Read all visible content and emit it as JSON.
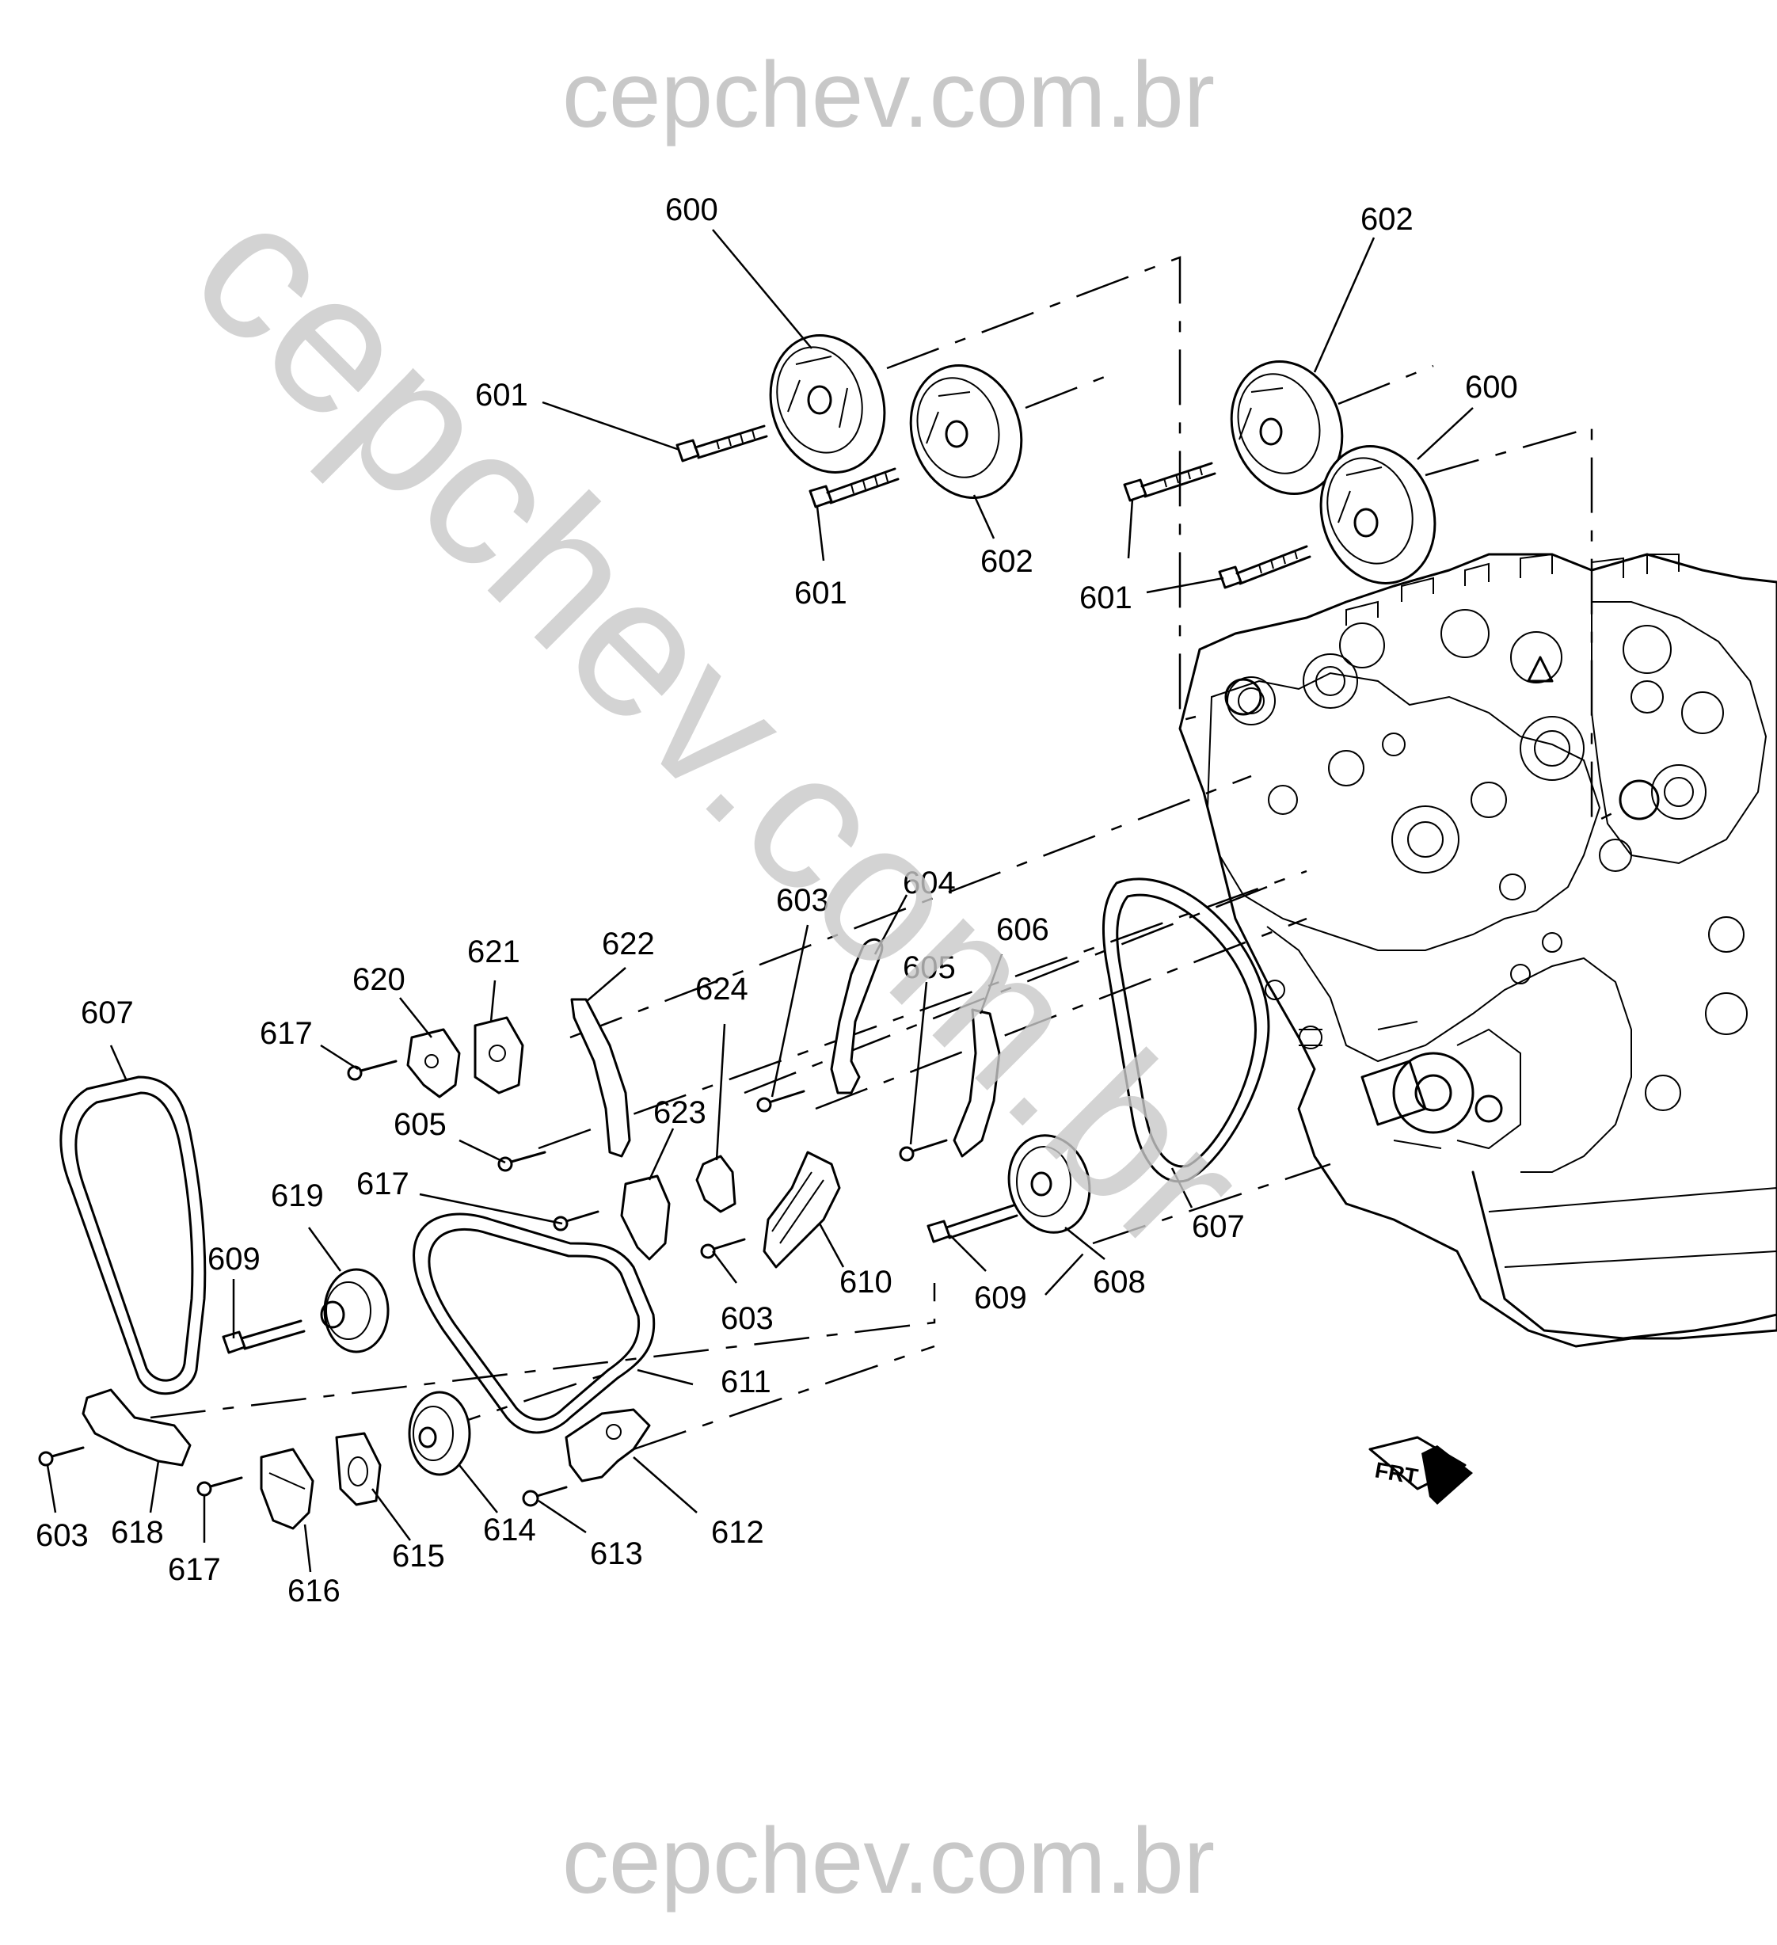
{
  "watermark": {
    "top": "cepchev.com.br",
    "bottom": "cepchev.com.br",
    "diagonal": "cepchev.com.br",
    "color": "#c8c8c8"
  },
  "callouts": {
    "c600_left": "600",
    "c601_left": "601",
    "c601_mid": "601",
    "c602_mid": "602",
    "c602_right": "602",
    "c600_right": "600",
    "c601_right": "601",
    "c603_upper": "603",
    "c604": "604",
    "c605_right": "605",
    "c606": "606",
    "c622": "622",
    "c621": "621",
    "c620": "620",
    "c617_upper": "617",
    "c605_left": "605",
    "c607_left": "607",
    "c624": "624",
    "c623": "623",
    "c617_mid": "617",
    "c619": "619",
    "c609_left": "609",
    "c603_mid": "603",
    "c610": "610",
    "c609_right": "609",
    "c608": "608",
    "c607_right": "607",
    "c611": "611",
    "c612": "612",
    "c613": "613",
    "c614": "614",
    "c615": "615",
    "c616": "616",
    "c617_lower": "617",
    "c618": "618",
    "c603_lower": "603"
  },
  "icons": {
    "front_arrow": "front-direction-arrow-icon",
    "front_label": "FRT"
  }
}
